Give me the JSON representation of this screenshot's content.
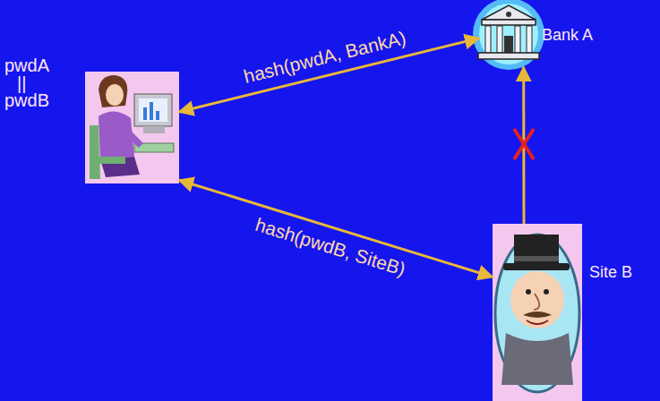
{
  "diagram": {
    "nodes": [
      {
        "text": [
          "pwdA",
          "||",
          "pwdB"
        ]
      },
      {
        "text": [
          "Bank A"
        ]
      },
      {
        "text": [
          "Site B"
        ]
      }
    ],
    "edges": [
      {
        "from": 0,
        "to": 1,
        "arrow": "both",
        "label": "hash(pwdA, BankA)"
      },
      {
        "from": 0,
        "to": 2,
        "arrow": "both",
        "label": "hash(pwdB, SiteB)"
      },
      {
        "from": 2,
        "to": 1,
        "arrow": "to"
      }
    ]
  }
}
